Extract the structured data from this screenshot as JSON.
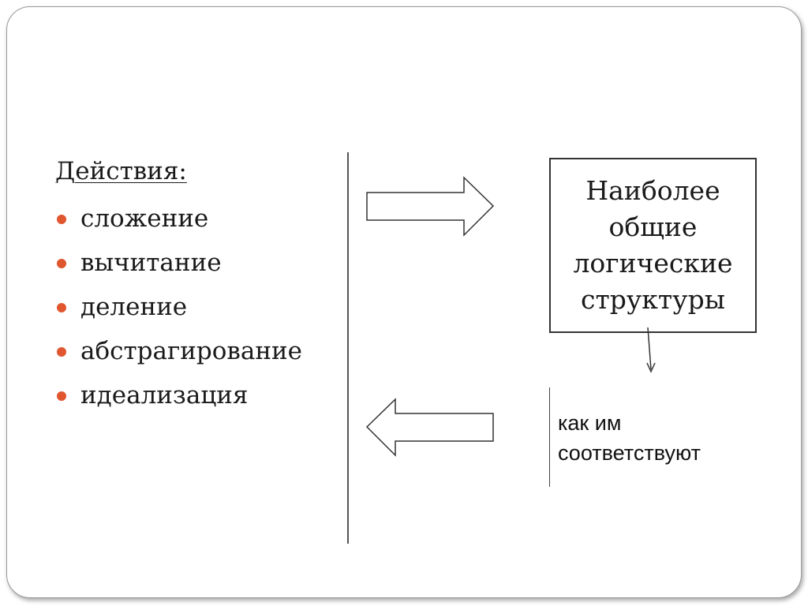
{
  "left_panel": {
    "heading": "Действия:",
    "items": [
      {
        "label": "сложение"
      },
      {
        "label": "вычитание"
      },
      {
        "label": "деление"
      },
      {
        "label": "абстрагирование"
      },
      {
        "label": "идеализация"
      }
    ],
    "bullet_color": "#e0562f"
  },
  "right_panel": {
    "box_text": "Наиболее общие логические структуры",
    "side_text": "как им соответствуют"
  }
}
